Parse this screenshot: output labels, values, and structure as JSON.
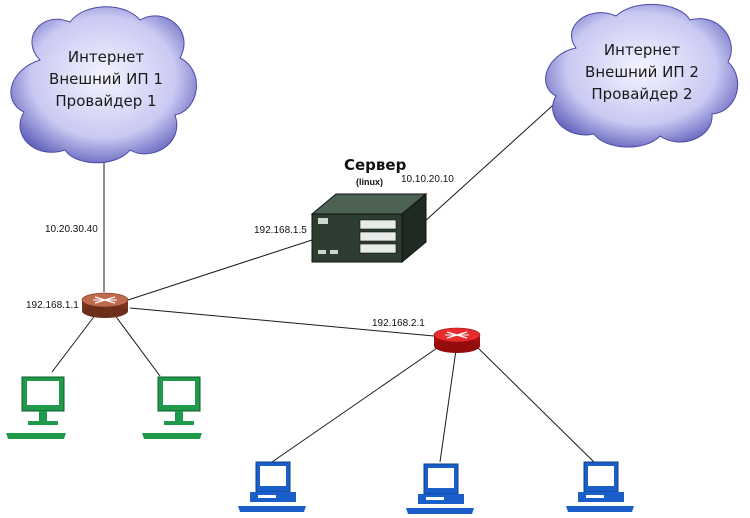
{
  "clouds": {
    "left": {
      "line1": "Интернет",
      "line2": "Внешний ИП 1",
      "line3": "Провайдер 1"
    },
    "right": {
      "line1": "Интернет",
      "line2": "Внешний ИП 2",
      "line3": "Провайдер 2"
    }
  },
  "server": {
    "title": "Сервер",
    "subtitle": "(linux)",
    "wan_ip": "10.10.20.10",
    "lan_ip": "192.168.1.5"
  },
  "router1": {
    "wan_ip": "10.20.30.40",
    "lan_ip": "192.168.1.1"
  },
  "router2": {
    "lan_ip": "192.168.2.1"
  },
  "colors": {
    "cloud_fill": "#c9c9f3",
    "router1": "#a8553a",
    "router2": "#e31b1b",
    "pc_green": "#1e9a4a",
    "pc_blue": "#1a5fc9",
    "server": "#2d3d31"
  }
}
